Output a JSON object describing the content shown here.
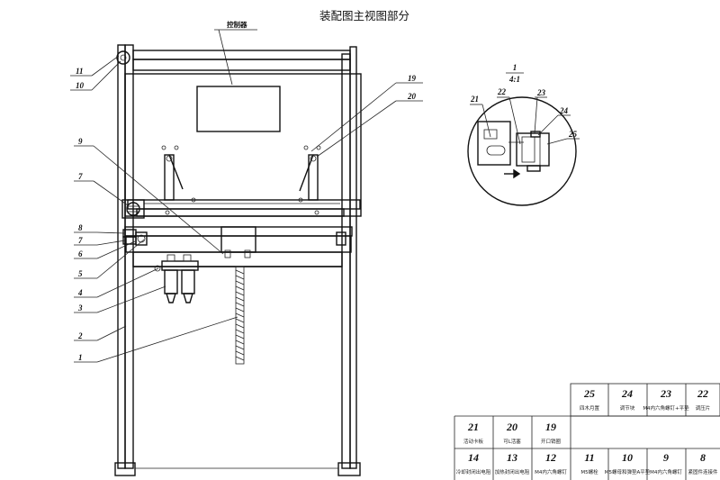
{
  "title": "装配图主视图部分",
  "controller_label": "控制器",
  "detail": {
    "scale_num": "1",
    "scale_den": "4:1"
  },
  "callouts": [
    {
      "id": "c11",
      "num": "11"
    },
    {
      "id": "c10",
      "num": "10"
    },
    {
      "id": "c9",
      "num": "9"
    },
    {
      "id": "c7a",
      "num": "7"
    },
    {
      "id": "c8",
      "num": "8"
    },
    {
      "id": "c7b",
      "num": "7"
    },
    {
      "id": "c6",
      "num": "6"
    },
    {
      "id": "c5",
      "num": "5"
    },
    {
      "id": "c4",
      "num": "4"
    },
    {
      "id": "c3",
      "num": "3"
    },
    {
      "id": "c2",
      "num": "2"
    },
    {
      "id": "c1",
      "num": "1"
    },
    {
      "id": "c19",
      "num": "19"
    },
    {
      "id": "c20",
      "num": "20"
    },
    {
      "id": "c21",
      "num": "21"
    },
    {
      "id": "c22",
      "num": "22"
    },
    {
      "id": "c23",
      "num": "23"
    },
    {
      "id": "c24",
      "num": "24"
    },
    {
      "id": "c25",
      "num": "25"
    }
  ],
  "parts_table": {
    "row_top": [
      {
        "num": "25",
        "name": "四木月置"
      },
      {
        "num": "24",
        "name": "调节块"
      },
      {
        "num": "23",
        "name": "M4内六角螺钉+平垫"
      },
      {
        "num": "22",
        "name": "调压片"
      }
    ],
    "row_mid": [
      {
        "num": "21",
        "name": "活动卡板"
      },
      {
        "num": "20",
        "name": "可L活塞"
      },
      {
        "num": "19",
        "name": "开口销圈"
      }
    ],
    "row_bot": [
      {
        "num": "14",
        "name": "冷却封闭出电阻"
      },
      {
        "num": "13",
        "name": "加热封闭出电阻"
      },
      {
        "num": "12",
        "name": "M4内六角螺钉"
      },
      {
        "num": "11",
        "name": "M5螺栓"
      },
      {
        "num": "10",
        "name": "M5螺母和弹垫A平垫"
      },
      {
        "num": "9",
        "name": "M4内六角螺钉"
      },
      {
        "num": "8",
        "name": "紧固件连接件"
      }
    ]
  }
}
